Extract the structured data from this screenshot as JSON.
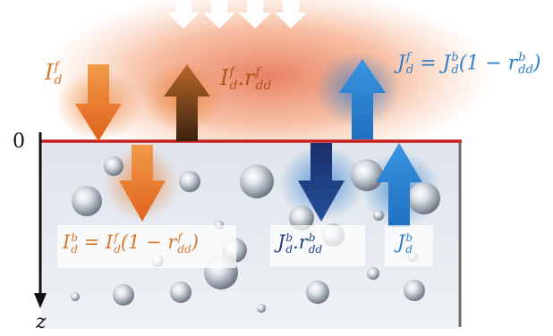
{
  "axis": {
    "origin_label": "0",
    "depth_label": "z"
  },
  "labels": {
    "incident_down": {
      "base": "I",
      "sub": "d",
      "sup": "f"
    },
    "reflected_up": {
      "text": "I",
      "sub1": "d",
      "sup1": "f",
      "mid": ".r",
      "sub2": "dd",
      "sup2": "f"
    },
    "transmitted_down": {
      "lhs": "I",
      "lhs_sub": "d",
      "lhs_sup": "b",
      "eq": " = I",
      "rhs_sub": "d",
      "rhs_sup": "f",
      "tail": "(1 − r",
      "tail_sub": "dd",
      "tail_sup": "f",
      "close": ")"
    },
    "upwelling_out": {
      "lhs": "J",
      "lhs_sub": "d",
      "lhs_sup": "f",
      "eq": " = J",
      "rhs_sub": "d",
      "rhs_sup": "b",
      "tail": "(1 − r",
      "tail_sub": "dd",
      "tail_sup": "b",
      "close": ")"
    },
    "internal_reflected": {
      "text": "J",
      "sub1": "d",
      "sup1": "b",
      "mid": ".r",
      "sub2": "dd",
      "sup2": "b"
    },
    "upwelling_in": {
      "base": "J",
      "sub": "d",
      "sup": "b"
    }
  },
  "colors": {
    "orange": "#e8782a",
    "dark_orange": "#8a4a17",
    "blue": "#2f86d0",
    "dark_blue": "#1b3f86",
    "interface": "#c81e1e",
    "water": "#e4e9f0"
  }
}
